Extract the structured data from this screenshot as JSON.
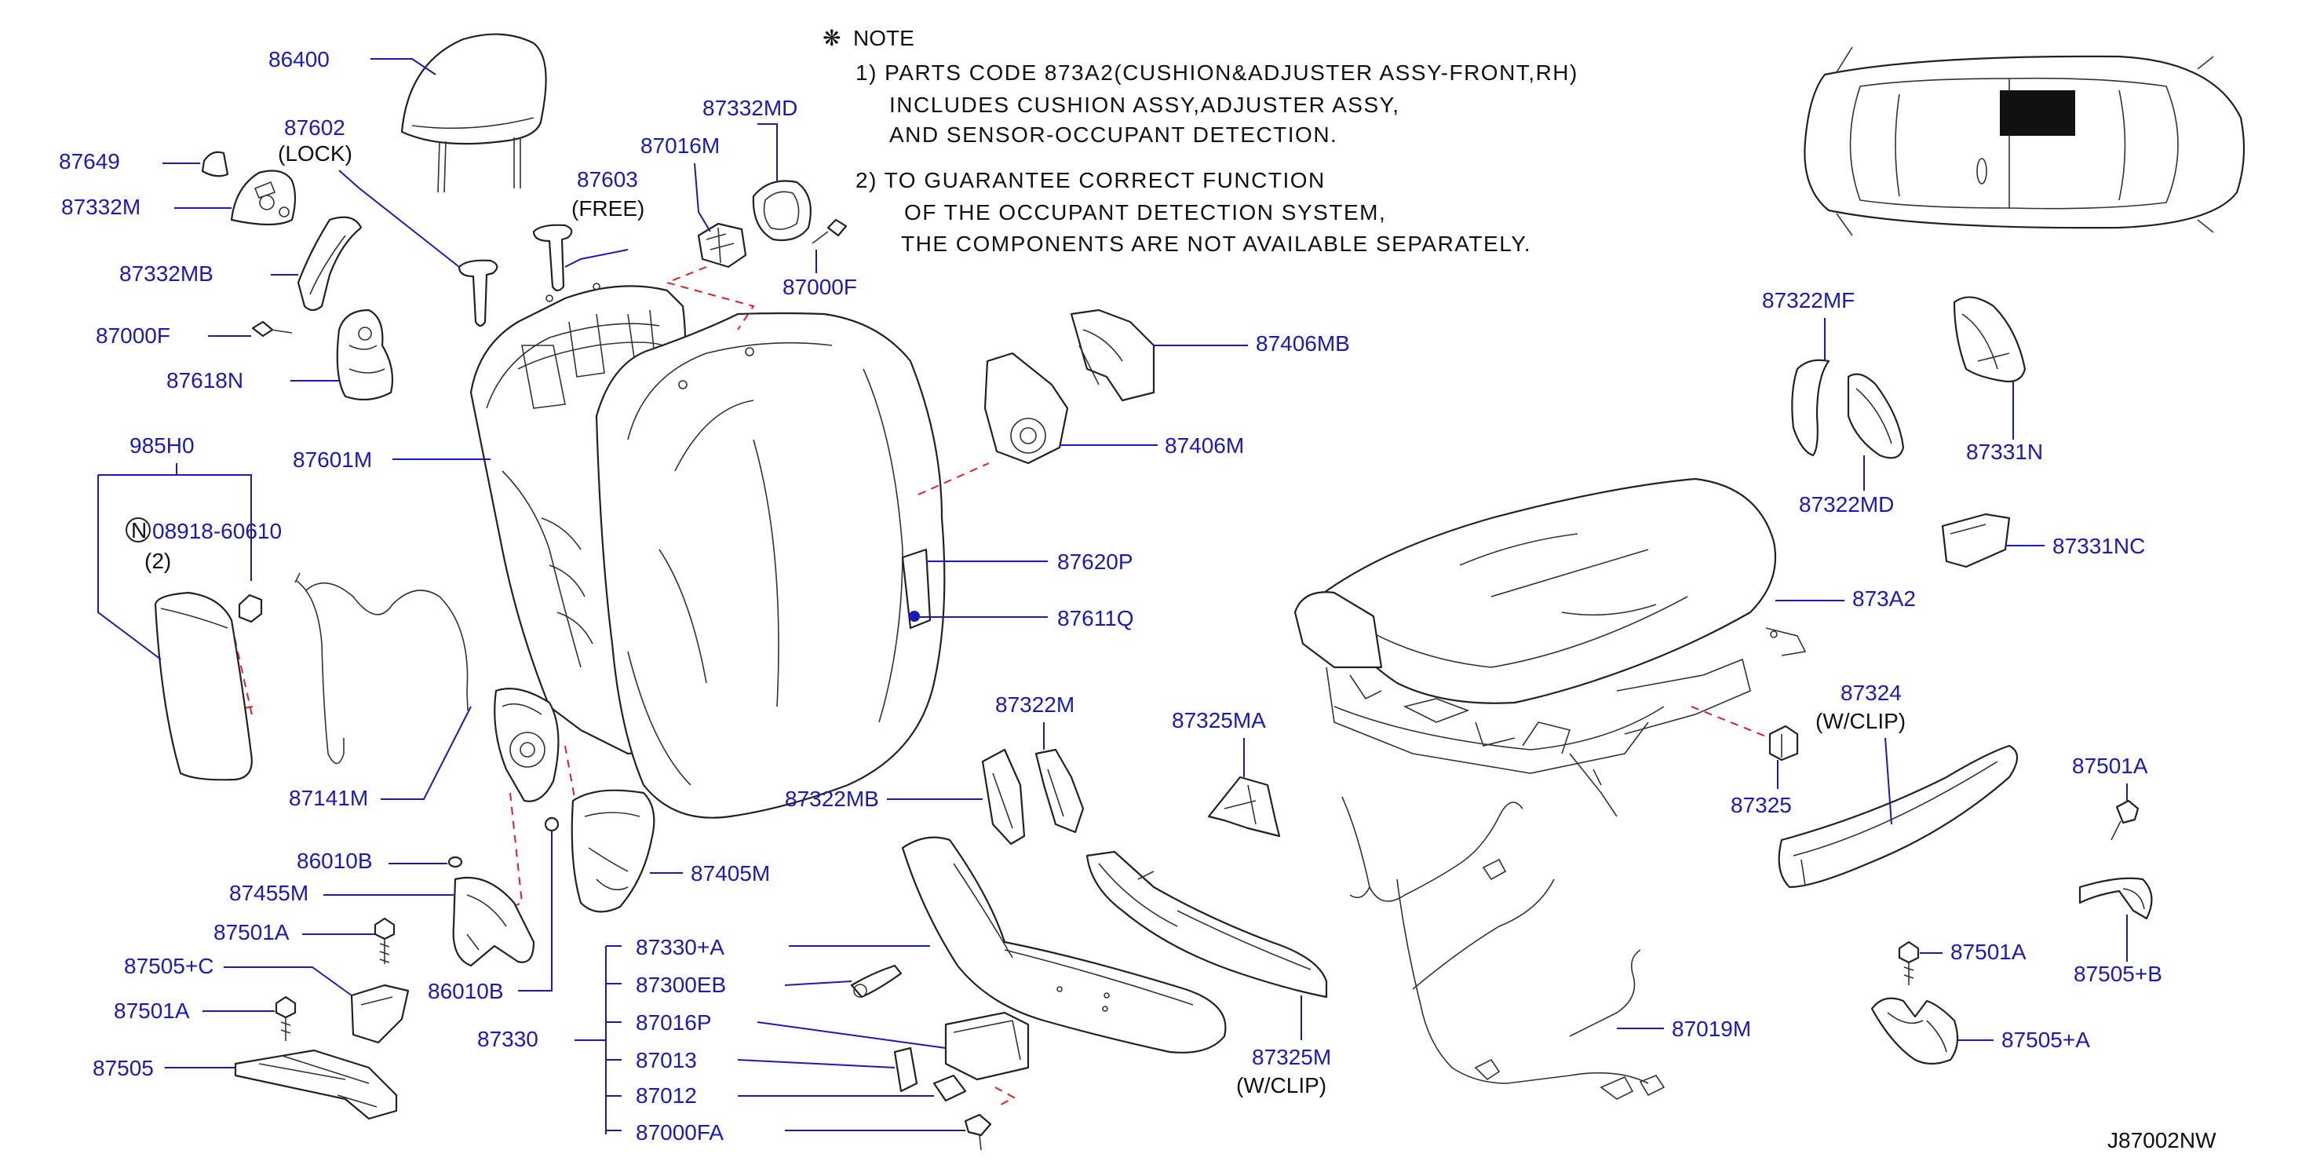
{
  "note": {
    "title": "NOTE",
    "line1": "1)  PARTS  CODE  873A2(CUSHION&ADJUSTER  ASSY-FRONT,RH)",
    "line2": "INCLUDES  CUSHION  ASSY,ADJUSTER  ASSY,",
    "line3": "AND  SENSOR-OCCUPANT  DETECTION.",
    "line4": "2)  TO  GUARANTEE  CORRECT  FUNCTION",
    "line5": "OF  THE  OCCUPANT  DETECTION  SYSTEM,",
    "line6": "THE  COMPONENTS  ARE  NOT  AVAILABLE  SEPARATELY."
  },
  "labels": {
    "p86400": "86400",
    "p87602": "87602",
    "lock": "(LOCK)",
    "p87649": "87649",
    "p87332M": "87332M",
    "p87332MB": "87332MB",
    "p87000F_left": "87000F",
    "p87618N": "87618N",
    "p87603": "87603",
    "free": "(FREE)",
    "p87016M": "87016M",
    "p87332MD": "87332MD",
    "p87000F_top": "87000F",
    "p87601M": "87601M",
    "p985H0": "985H0",
    "n_symbol": "N",
    "p08918": "08918-60610",
    "qty2": "(2)",
    "p87141M": "87141M",
    "p86010B_top": "86010B",
    "p87455M": "87455M",
    "p87501A_1": "87501A",
    "p87505C": "87505+C",
    "p87501A_2": "87501A",
    "p87505": "87505",
    "p86010B_bottom": "86010B",
    "p87330": "87330",
    "p87405M": "87405M",
    "p87406MB": "87406MB",
    "p87406M": "87406M",
    "p87620P": "87620P",
    "p87611Q": "87611Q",
    "p87322M": "87322M",
    "p87322MB": "87322MB",
    "p87325MA": "87325MA",
    "p87330A": "87330+A",
    "p87300EB": "87300EB",
    "p87016P": "87016P",
    "p87013": "87013",
    "p87012": "87012",
    "p87000FA": "87000FA",
    "p87325M": "87325M",
    "wclip_1": "(W/CLIP)",
    "p87019M": "87019M",
    "p87322MF": "87322MF",
    "p87322MD": "87322MD",
    "p87331N": "87331N",
    "p87331NC": "87331NC",
    "p873A2": "873A2",
    "p87324": "87324",
    "wclip_2": "(W/CLIP)",
    "p87325": "87325",
    "p87501A_3": "87501A",
    "p87505B": "87505+B",
    "p87501A_4": "87501A",
    "p87505A": "87505+A",
    "diagram_code": "J87002NW"
  },
  "colors": {
    "label_blue": "#1a1ab8",
    "leader_red": "#e02020",
    "line_black": "#222222"
  }
}
